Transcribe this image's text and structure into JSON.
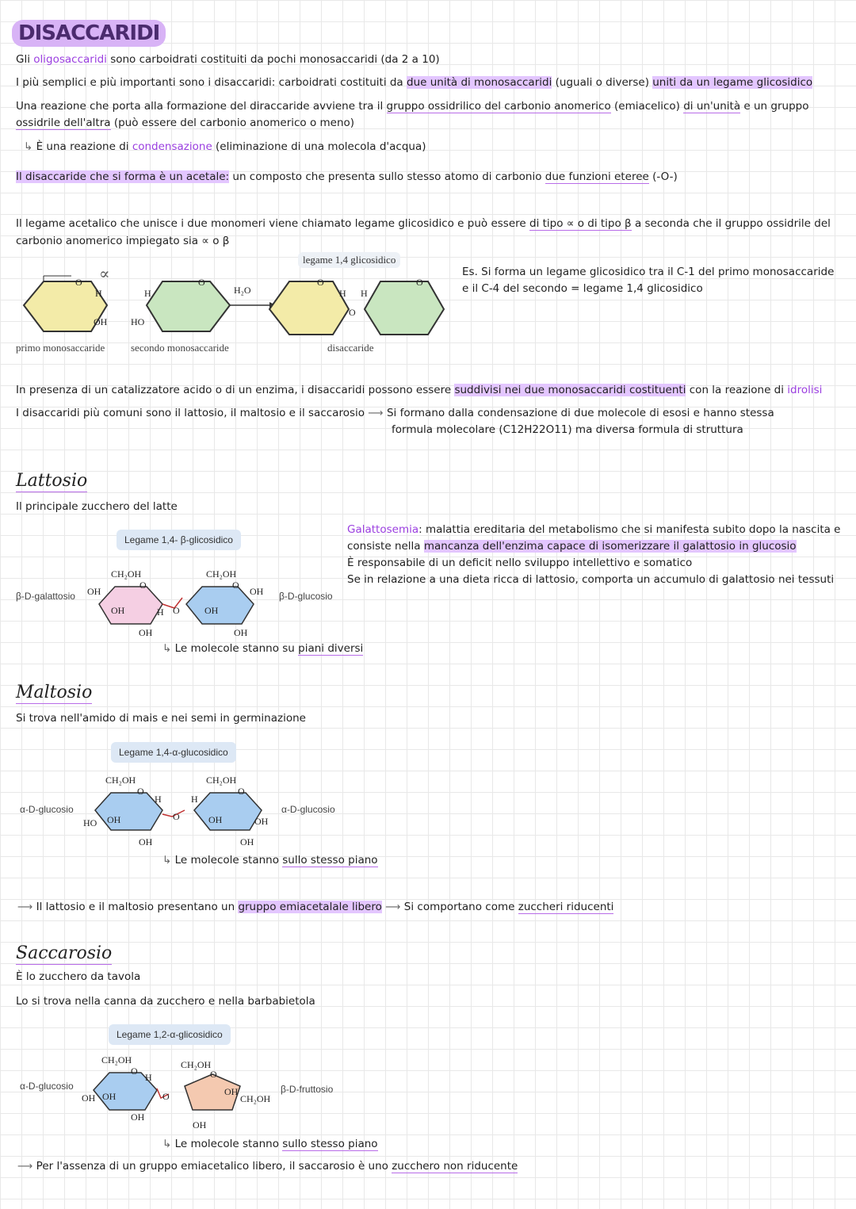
{
  "title": "DISACCARIDI",
  "intro": {
    "l1_a": "Gli ",
    "l1_b": "oligosaccaridi",
    "l1_c": " sono carboidrati costituiti da pochi monosaccaridi (da 2 a 10)",
    "l2_a": "I più semplici e più importanti sono i disaccaridi: carboidrati costituiti da ",
    "l2_b": "due unità di monosaccaridi",
    "l2_c": " (uguali o diverse) ",
    "l2_d": "uniti da un legame glicosidico",
    "l3_a": "Una reazione che porta alla formazione del diraccaride avviene tra il ",
    "l3_b": "gruppo ossidrilico del carbonio anomerico",
    "l3_c": " (emiacelico) ",
    "l3_d": "di un'unità",
    "l3_e": " e un gruppo",
    "l4_a": "ossidrile dell'altra",
    "l4_b": " (può essere del carbonio anomerico o meno)",
    "l5_a": "È una reazione di ",
    "l5_b": "condensazione",
    "l5_c": " (eliminazione di una molecola d'acqua)",
    "l6_a": "Il disaccaride che si forma è un acetale:",
    "l6_b": " un composto che presenta sullo stesso atomo di carbonio ",
    "l6_c": "due funzioni eteree",
    "l6_d": " (-O-)",
    "l7_a": "Il legame acetalico che unisce i due monomeri viene chiamato legame glicosidico e può essere ",
    "l7_b": "di tipo ∝ o di tipo β",
    "l7_c": " a seconda che il gruppo ossidrile del",
    "l8": "carbonio anomerico impiegato sia ∝ o β"
  },
  "diagram1": {
    "box": "legame 1,4 glicosidico",
    "first": "primo monosaccaride",
    "second": "secondo monosaccaride",
    "product": "disaccaride",
    "water": "H₂O",
    "alpha": "∝",
    "note1": "Es. Si forma un legame glicosidico tra il C-1 del primo monosaccaride",
    "note2": "e il C-4 del secondo = legame 1,4 glicosidico"
  },
  "hydro": {
    "l1_a": "In presenza di un catalizzatore acido o di un enzima, i disaccaridi possono essere ",
    "l1_b": "suddivisi nei due monosaccaridi costituenti",
    "l1_c": " con la reazione di ",
    "l1_d": "idrolisi",
    "l2_a": "I disaccaridi più comuni sono il lattosio, il maltosio e il saccarosio",
    "l2_b": "Si formano dalla condensazione di due molecole di esosi e hanno stessa",
    "l3": "formula molecolare (C12H22O11) ma diversa formula di struttura"
  },
  "lattosio": {
    "heading": "Lattosio",
    "desc": "Il principale zucchero del latte",
    "box": "Legame 1,4- β-glicosidico",
    "left": "β-D-galattosio",
    "right": "β-D-glucosio",
    "note": "Le molecole stanno su ",
    "note_u": "piani diversi",
    "g1_a": "Galattosemia",
    "g1_b": ": malattia ereditaria del metabolismo che si manifesta subito dopo la nascita e",
    "g2_a": "consiste nella ",
    "g2_b": "mancanza dell'enzima capace di isomerizzare il galattosio in glucosio",
    "g3": "È responsabile di un deficit nello sviluppo intellettivo e somatico",
    "g4": "Se in relazione a una dieta ricca di lattosio, comporta un accumulo di galattosio nei tessuti"
  },
  "maltosio": {
    "heading": "Maltosio",
    "desc": "Si trova nell'amido di mais e nei semi in germinazione",
    "box": "Legame 1,4-α-glucosidico",
    "left": "α-D-glucosio",
    "right": "α-D-glucosio",
    "note": "Le molecole stanno ",
    "note_u": "sullo stesso piano"
  },
  "riducenti": {
    "a": "Il lattosio e il maltosio presentano un ",
    "b": "gruppo emiacetalale libero",
    "c": "Si comportano come ",
    "d": "zuccheri riducenti"
  },
  "saccarosio": {
    "heading": "Saccarosio",
    "desc1": "È lo zucchero da tavola",
    "desc2": "Lo si trova nella canna da zucchero e nella barbabietola",
    "box": "Legame 1,2-α-glicosidico",
    "left": "α-D-glucosio",
    "right": "β-D-fruttosio",
    "note": "Le molecole stanno ",
    "note_u": "sullo stesso piano",
    "final_a": "Per l'assenza di un gruppo emiacetalico libero, il saccarosio è uno ",
    "final_b": "zucchero non riducente"
  },
  "atoms": {
    "o": "O",
    "h": "H",
    "oh": "OH",
    "ho": "HO",
    "ch2oh": "CH₂OH"
  },
  "arrow_sym": "↳",
  "long_arrow": "⟶",
  "colors": {
    "yellow": "#f3eba8",
    "green": "#c9e6c0",
    "pink": "#f5cfe3",
    "blue": "#a9cdf0",
    "salmon": "#f4c9b0",
    "purple": "#9b3fe0"
  }
}
